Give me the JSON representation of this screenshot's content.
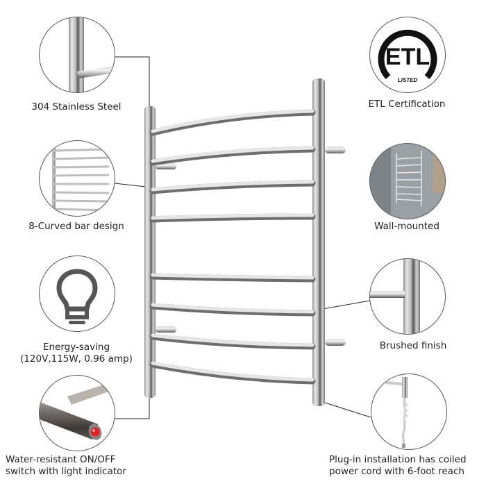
{
  "product": {
    "name": "Curved 8-bar heated towel rack",
    "bar_count": 8,
    "finish_color": "#c9c9c9"
  },
  "features": {
    "left": [
      {
        "id": "stainless",
        "icon": "steel-pipe-closeup",
        "caption": "304 Stainless Steel"
      },
      {
        "id": "curved",
        "icon": "curved-bars-closeup",
        "caption": "8-Curved bar design"
      },
      {
        "id": "energy",
        "icon": "lightbulb-icon",
        "caption_line1": "Energy-saving",
        "caption_line2": "(120V,115W, 0.96 amp)"
      },
      {
        "id": "switch",
        "icon": "switch-closeup",
        "caption_line1": "Water-resistant ON/OFF",
        "caption_line2": "switch with light indicator",
        "indicator_color": "#e0202a"
      }
    ],
    "right": [
      {
        "id": "etl",
        "icon": "etl-listed-logo",
        "caption": "ETL Certification",
        "logo_text": "ETL",
        "logo_subtext": "LISTED"
      },
      {
        "id": "wall",
        "icon": "wall-mounted-photo",
        "caption": "Wall-mounted"
      },
      {
        "id": "brushed",
        "icon": "brushed-pipe-closeup",
        "caption": "Brushed finish"
      },
      {
        "id": "plugin",
        "icon": "coiled-cord-closeup",
        "caption_line1": "Plug-in installation has coiled",
        "caption_line2": "power cord with 6-foot reach"
      }
    ]
  }
}
